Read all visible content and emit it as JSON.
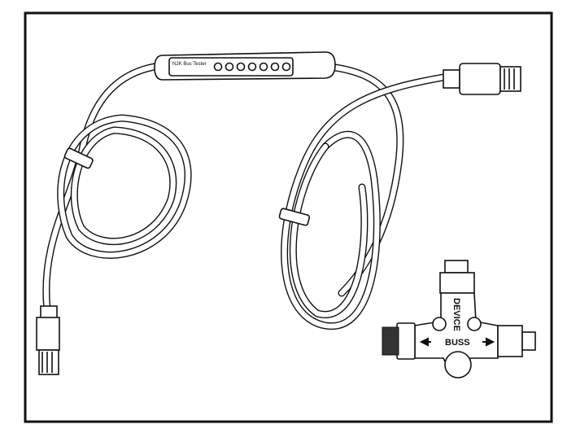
{
  "diagram": {
    "tester_label": "N2K Bus Tester",
    "tee_device_label": "DEVICE",
    "tee_buss_label": "BUSS",
    "led_count": 7
  }
}
